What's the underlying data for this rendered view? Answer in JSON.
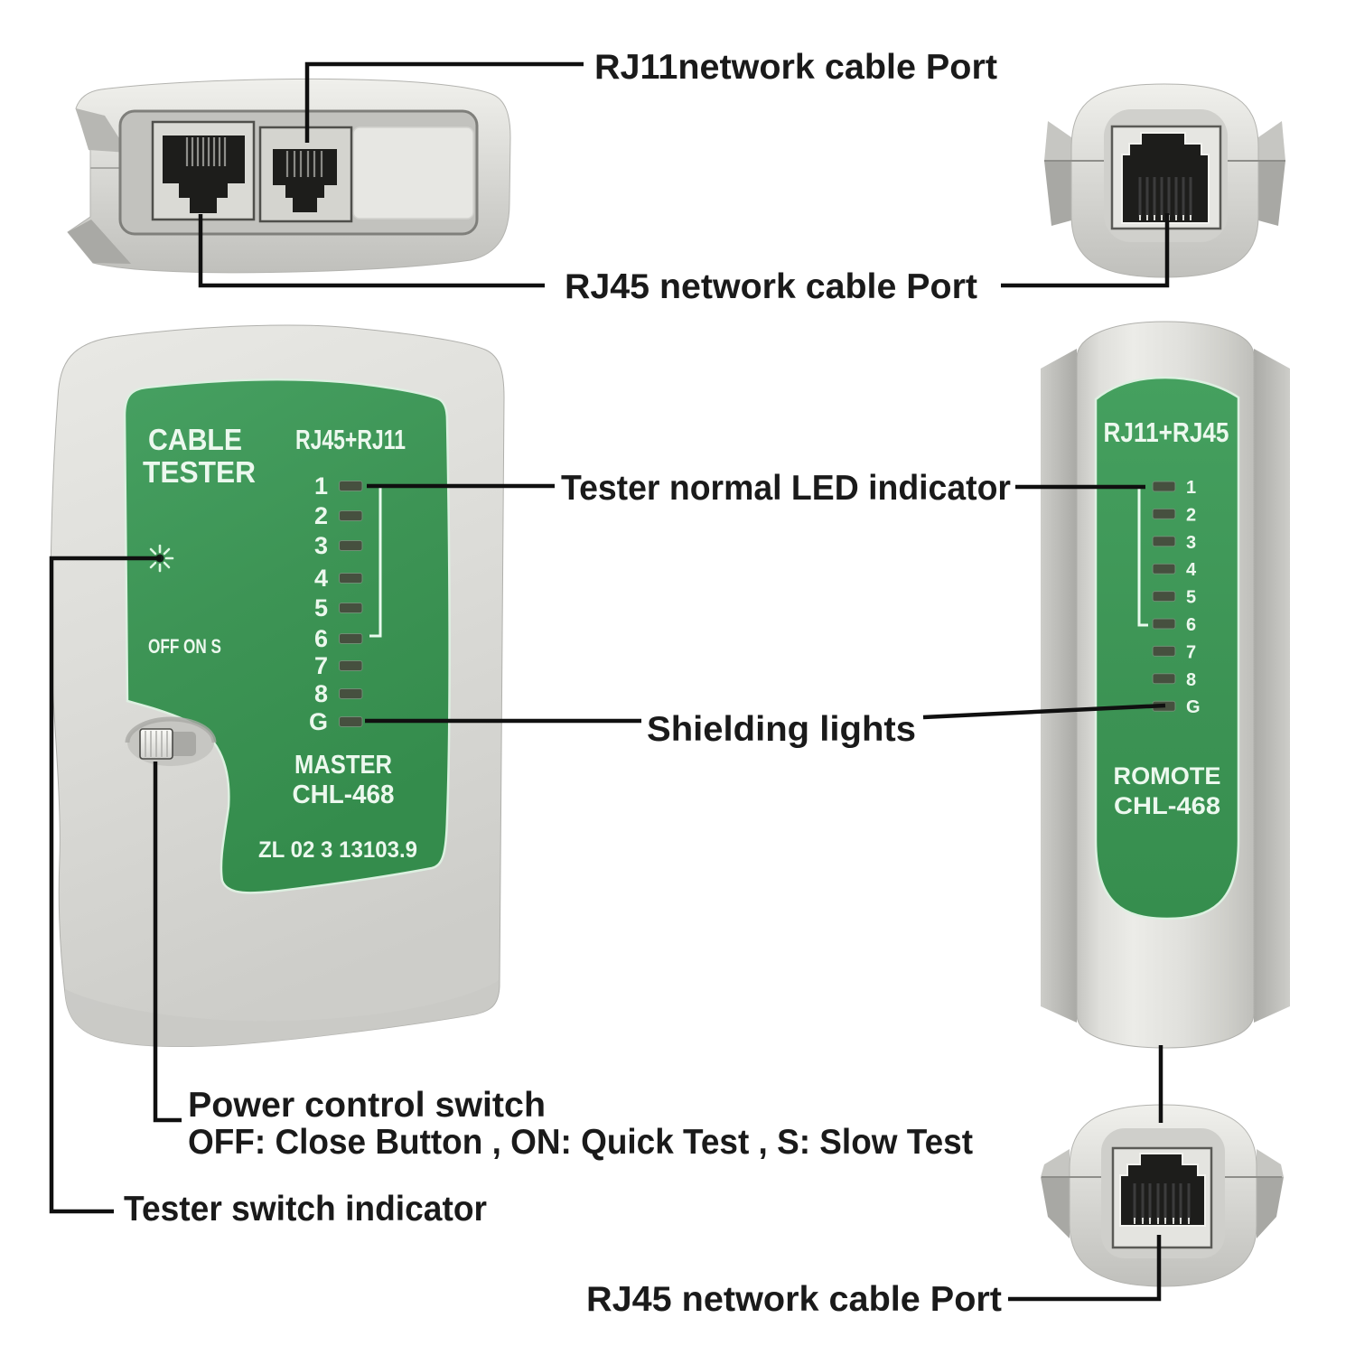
{
  "theme": {
    "panel-green": "#3e9455",
    "panel-green-light": "#4ba667",
    "panel-green-dark": "#338a4a",
    "panel-text": "#ecf8ee",
    "bracket-white": "#e9fbee",
    "body-light": "#efefeb",
    "body-mid": "#d9d9d5",
    "body-dark": "#bcbcb8",
    "wing-gray": "#b5b5b1",
    "led-slot": "#46503f",
    "jack-black": "#1d1d1b",
    "line-black": "#101010",
    "label-text": "#1a1a1a"
  },
  "diagram": {
    "icons": {
      "tester_switch_indicator_icon": "sunburst-flash"
    },
    "callouts": {
      "rj11_port": "RJ11network cable Port",
      "rj45_port_top": "RJ45 network cable Port",
      "led_indicator": "Tester normal LED indicator",
      "shielding_lights": "Shielding lights",
      "power_switch_title": "Power control switch",
      "power_switch_detail": "OFF: Close Button , ON: Quick Test , S: Slow Test",
      "tester_switch_indicator": "Tester switch indicator",
      "rj45_port_bottom": "RJ45 network cable Port"
    },
    "master_unit": {
      "title_line1": "CABLE",
      "title_line2": "TESTER",
      "ports_label": "RJ45+RJ11",
      "pins": [
        "1",
        "2",
        "3",
        "4",
        "5",
        "6",
        "7",
        "8",
        "G"
      ],
      "switch_positions": "OFF ON S",
      "role": "MASTER",
      "model": "CHL-468",
      "serial": "ZL 02 3 13103.9"
    },
    "remote_unit": {
      "ports_label": "RJ11+RJ45",
      "pins": [
        "1",
        "2",
        "3",
        "4",
        "5",
        "6",
        "7",
        "8",
        "G"
      ],
      "role": "ROMOTE",
      "model": "CHL-468"
    }
  }
}
